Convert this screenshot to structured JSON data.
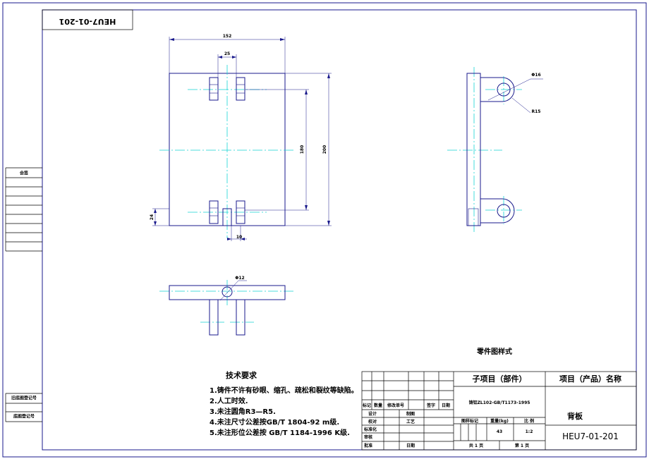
{
  "drawing_code_rotated": "HEU7-01-201",
  "left_strip": {
    "countersign": "会签",
    "old_base_register": "旧底图登记号",
    "base_register": "底图登记号"
  },
  "dimensions": {
    "width_top": "152",
    "slot_gap": "25",
    "height_inner": "180",
    "height_total": "200",
    "bottom_left": "24",
    "bottom_slot": "10",
    "hole_side": "Φ16",
    "radius_side": "R15",
    "hole_bottom": "Φ12"
  },
  "notes": {
    "title": "技术要求",
    "items": [
      "1.铸件不许有砂眼、缩孔、疏松和裂纹等缺陷。",
      "2.人工时效.",
      "3.未注圆角R3—R5.",
      "4.未注尺寸公差按GB/T 1804-92 m级.",
      "5.未注形位公差按 GB/T 1184-1996 K级."
    ]
  },
  "sample_label": "零件图样式",
  "title_block": {
    "subproject": "子项目（部件）",
    "project": "项目（产品）名称",
    "material": "铸铝ZL102-GB/T1173-1995",
    "part_name": "背板",
    "drawing_no": "HEU7-01-201",
    "mark": "标记",
    "qty": "数量",
    "change_no": "修改单号",
    "sign": "签字",
    "date": "日期",
    "design": "设计",
    "drawing": "制图",
    "proofread": "校对",
    "standardize": "标准化",
    "review": "审核",
    "process": "工艺",
    "approve": "批准",
    "date2": "日期",
    "stage_mark": "图样标记",
    "weight_label": "重量(kg)",
    "scale_label": "比 例",
    "weight": "43",
    "scale": "1:2",
    "total_pages": "共 1 页",
    "page_no": "第 1 页"
  }
}
